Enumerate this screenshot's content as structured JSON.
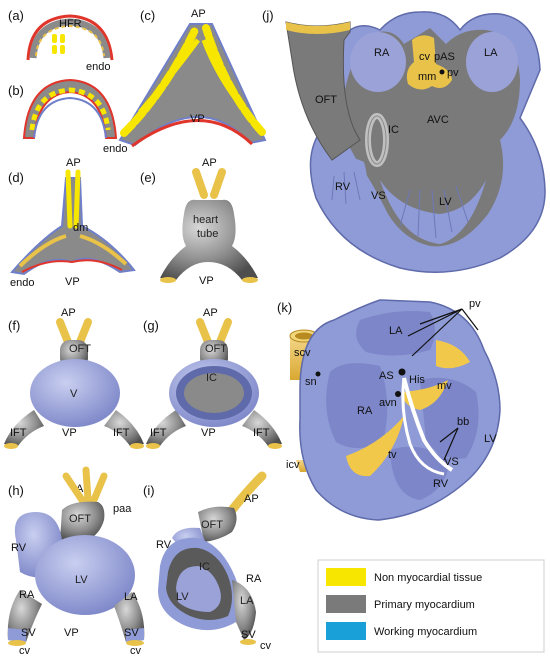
{
  "panels": {
    "a": {
      "tag": "(a)",
      "labels": {
        "hfr": "HFR",
        "endo": "endo"
      }
    },
    "b": {
      "tag": "(b)",
      "labels": {
        "endo": "endo"
      }
    },
    "c": {
      "tag": "(c)",
      "labels": {
        "ap": "AP",
        "vp": "VP"
      }
    },
    "d": {
      "tag": "(d)",
      "labels": {
        "ap": "AP",
        "dm": "dm",
        "endo": "endo",
        "vp": "VP"
      }
    },
    "e": {
      "tag": "(e)",
      "labels": {
        "ap": "AP",
        "heart": "heart",
        "tube": "tube",
        "vp": "VP"
      }
    },
    "f": {
      "tag": "(f)",
      "labels": {
        "ap": "AP",
        "oft": "OFT",
        "v": "V",
        "ift_left": "IFT",
        "ift_right": "IFT",
        "vp": "VP"
      }
    },
    "g": {
      "tag": "(g)",
      "labels": {
        "ap": "AP",
        "oft": "OFT",
        "ic": "IC",
        "ift_left": "IFT",
        "ift_right": "IFT",
        "vp": "VP"
      }
    },
    "h": {
      "tag": "(h)",
      "labels": {
        "ap": "AP",
        "paa": "paa",
        "oft": "OFT",
        "rv": "RV",
        "lv": "LV",
        "ra": "RA",
        "la": "LA",
        "sv_left": "SV",
        "sv_right": "SV",
        "cv_left": "cv",
        "cv_right": "cv",
        "vp": "VP"
      }
    },
    "i": {
      "tag": "(i)",
      "labels": {
        "ap": "AP",
        "oft": "OFT",
        "rv": "RV",
        "ic": "IC",
        "ra": "RA",
        "lv": "LV",
        "la": "LA",
        "sv": "SV",
        "cv": "cv"
      }
    },
    "j": {
      "tag": "(j)",
      "labels": {
        "pas": "pAS",
        "ra": "RA",
        "la": "LA",
        "cv": "cv",
        "mm": "mm",
        "pv": "pv",
        "oft": "OFT",
        "ic": "IC",
        "avc": "AVC",
        "rv": "RV",
        "vs": "VS",
        "lv": "LV"
      }
    },
    "k": {
      "tag": "(k)",
      "labels": {
        "pv": "pv",
        "scv": "scv",
        "sn": "sn",
        "la": "LA",
        "as": "AS",
        "his": "His",
        "mv": "mv",
        "ra": "RA",
        "avn": "avn",
        "bb": "bb",
        "lv": "LV",
        "vs": "VS",
        "tv": "tv",
        "rv": "RV",
        "icv": "icv"
      }
    }
  },
  "legend": {
    "items": [
      {
        "label": "Non myocardial tissue",
        "color": "#f7e600"
      },
      {
        "label": "Primary myocardium",
        "color": "#7a7a7a"
      },
      {
        "label": "Working myocardium",
        "color": "#1aa0d8"
      }
    ]
  },
  "colors": {
    "yellow": "#f7e600",
    "gold": "#e9c24a",
    "grey": "#8a8a8a",
    "blue_tissue": "#8f9bd6",
    "red_line": "#e0352b"
  }
}
